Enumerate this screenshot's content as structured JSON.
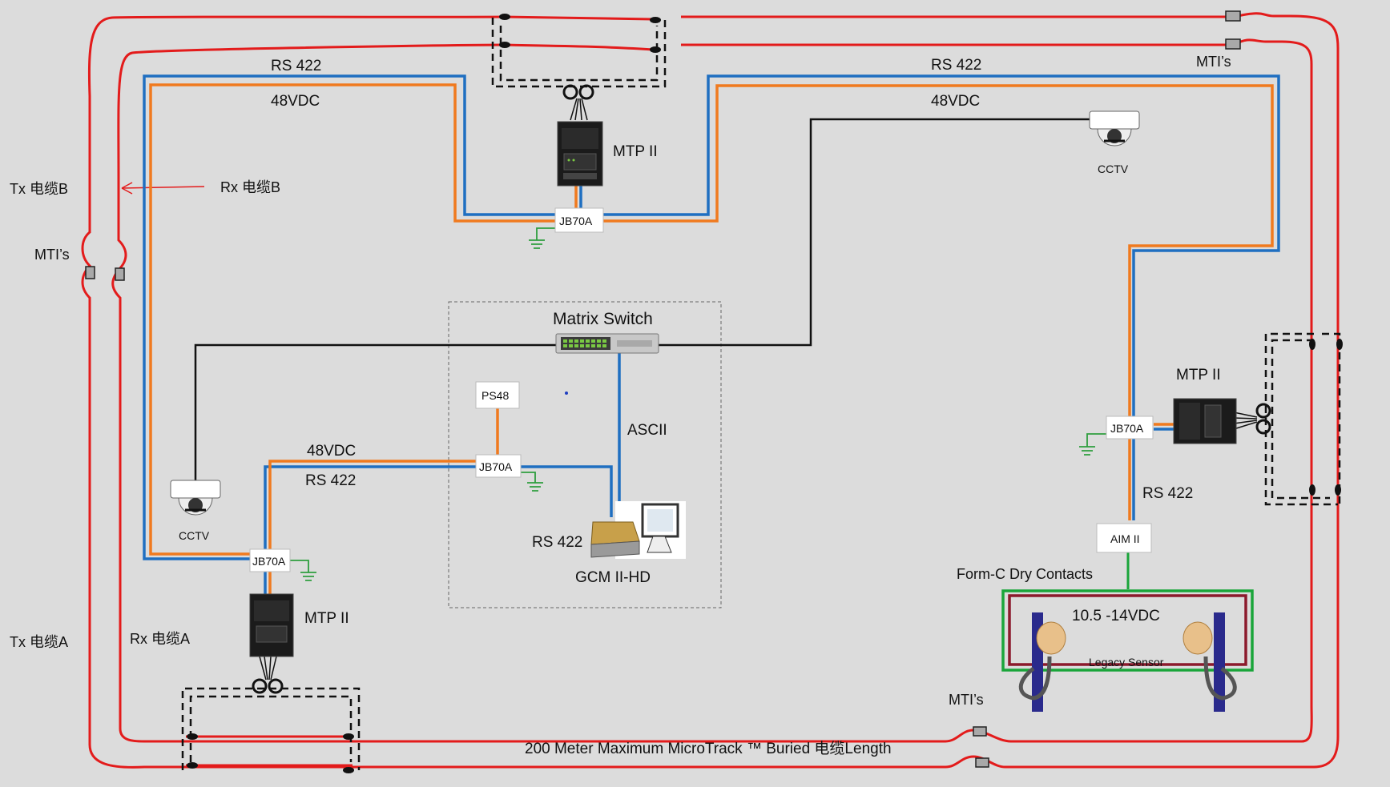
{
  "labels": {
    "rs422_top_left": "RS 422",
    "vdc_top_left": "48VDC",
    "rs422_top_right": "RS 422",
    "vdc_top_right": "48VDC",
    "mtis_top": "MTI’s",
    "tx_b": "Tx 电缆B",
    "rx_b": "Rx 电缆B",
    "mtis_left": "MTI’s",
    "mtp_top": "MTP II",
    "jb_top": "JB70A",
    "cctv_top": "CCTV",
    "matrix": "Matrix Switch",
    "ps48": "PS48",
    "ascii": "ASCII",
    "jb_center": "JB70A",
    "vdc_center": "48VDC",
    "rs422_center": "RS 422",
    "rs422_gcm": "RS 422",
    "gcm": "GCM II-HD",
    "cctv_left": "CCTV",
    "jb_left": "JB70A",
    "mtp_bottom": "MTP II",
    "tx_a": "Tx 电缆A",
    "rx_a": "Rx 电缆A",
    "mtp_right": "MTP II",
    "jb_right": "JB70A",
    "rs422_right": "RS 422",
    "aim": "AIM II",
    "formc": "Form-C Dry Contacts",
    "vdc_legacy": "10.5 -14VDC",
    "legacy": "Legacy Sensor",
    "mtis_bottom": "MTI’s",
    "buried": "200  Meter Maximum MicroTrack ™  Buried 电缆Length"
  },
  "colors": {
    "cable_red": "#e31b1b",
    "rs422_blue": "#1f6fc1",
    "vdc_orange": "#f07a1e",
    "ground_green": "#2e9e3e",
    "contacts_green": "#1aa53a",
    "legacy_maroon": "#8b1a2c"
  },
  "icons": [
    "cctv-icon",
    "matrix-switch-icon",
    "mtp-unit-icon",
    "gcm-computer-icon",
    "mti-connector-icon",
    "ground-icon",
    "legacy-sensor-icon"
  ]
}
